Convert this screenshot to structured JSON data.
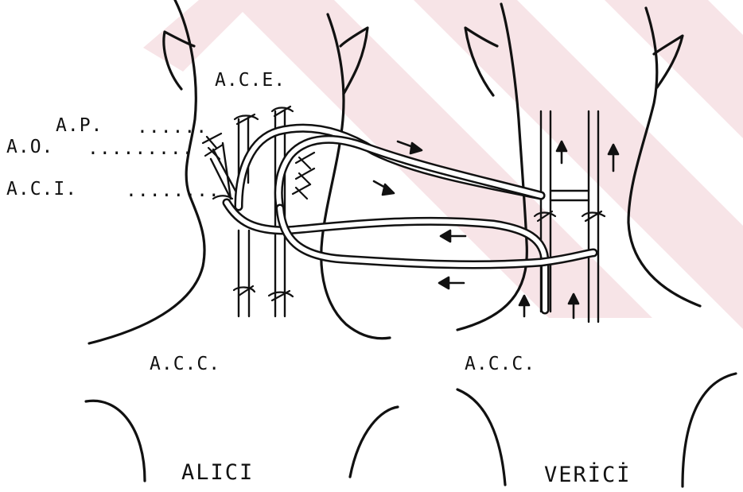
{
  "diagram": {
    "labels": {
      "ace": "A.C.E.",
      "ap": "A.P.",
      "ao": "A.O.",
      "aci": "A.C.I.",
      "acc_left": "A.C.C.",
      "acc_right": "A.C.C.",
      "receiver": "ALICI",
      "donor": "VERİCİ"
    },
    "leaders": {
      "ap": "......",
      "ao": ".........",
      "aci": "........"
    }
  }
}
